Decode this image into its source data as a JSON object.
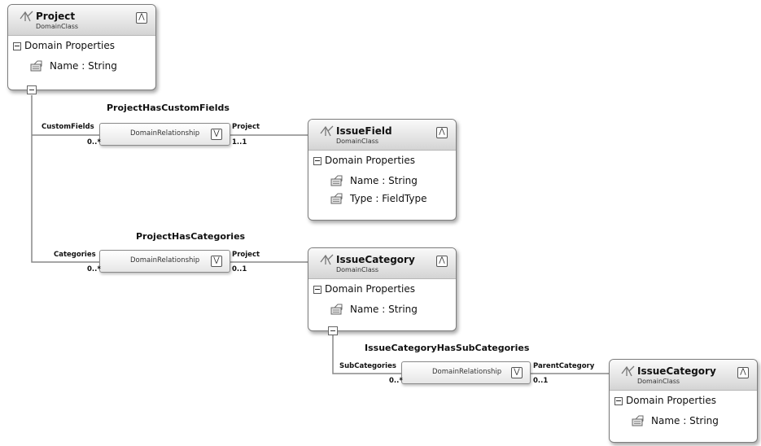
{
  "domain_classes": [
    {
      "name": "Project",
      "stereotype": "DomainClass",
      "section": "Domain Properties",
      "properties": [
        "Name : String"
      ]
    },
    {
      "name": "IssueField",
      "stereotype": "DomainClass",
      "section": "Domain Properties",
      "properties": [
        "Name : String",
        "Type : FieldType"
      ]
    },
    {
      "name": "IssueCategory",
      "stereotype": "DomainClass",
      "section": "Domain Properties",
      "properties": [
        "Name : String"
      ]
    },
    {
      "name": "IssueCategory",
      "stereotype": "DomainClass",
      "section": "Domain Properties",
      "properties": [
        "Name : String"
      ]
    }
  ],
  "relationships": [
    {
      "name": "ProjectHasCustomFields",
      "stereotype": "DomainRelationship",
      "source_role": "CustomFields",
      "source_multiplicity": "0..*",
      "target_role": "Project",
      "target_multiplicity": "1..1"
    },
    {
      "name": "ProjectHasCategories",
      "stereotype": "DomainRelationship",
      "source_role": "Categories",
      "source_multiplicity": "0..*",
      "target_role": "Project",
      "target_multiplicity": "0..1"
    },
    {
      "name": "IssueCategoryHasSubCategories",
      "stereotype": "DomainRelationship",
      "source_role": "SubCategories",
      "source_multiplicity": "0..*",
      "target_role": "ParentCategory",
      "target_multiplicity": "0..1"
    }
  ],
  "icons": {
    "class": "domain-class-icon",
    "property": "property-icon",
    "collapse": "collapse-chevron-icon",
    "expand": "expand-chevron-icon"
  }
}
